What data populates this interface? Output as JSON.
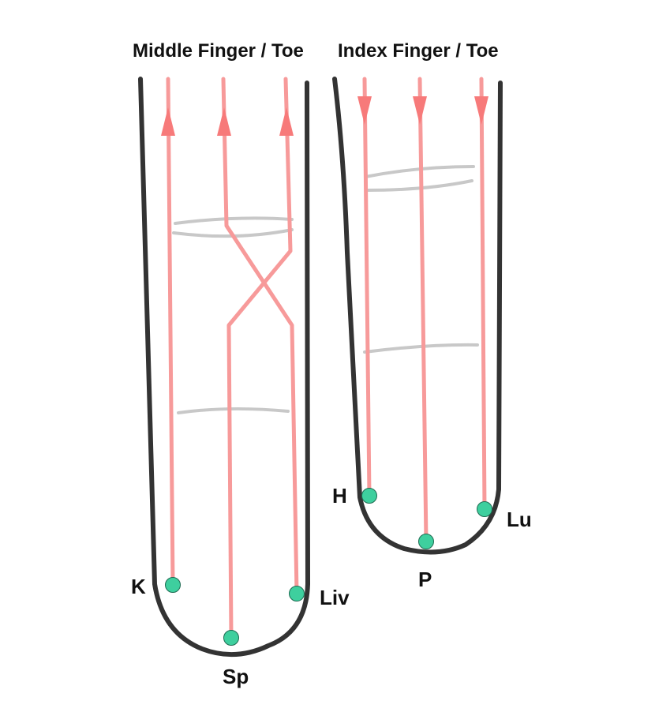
{
  "diagram": {
    "panels": [
      {
        "title": "Middle Finger / Toe",
        "arrow_direction": "up",
        "points": [
          "K",
          "Sp",
          "Liv"
        ]
      },
      {
        "title": "Index Finger / Toe",
        "arrow_direction": "down",
        "points": [
          "H",
          "P",
          "Lu"
        ]
      }
    ],
    "colors": {
      "outline": "#333333",
      "channel_line": "#f79a9a",
      "arrow": "#f77a7a",
      "crease": "#c8c8c8",
      "point": "#3ecf9e"
    }
  }
}
